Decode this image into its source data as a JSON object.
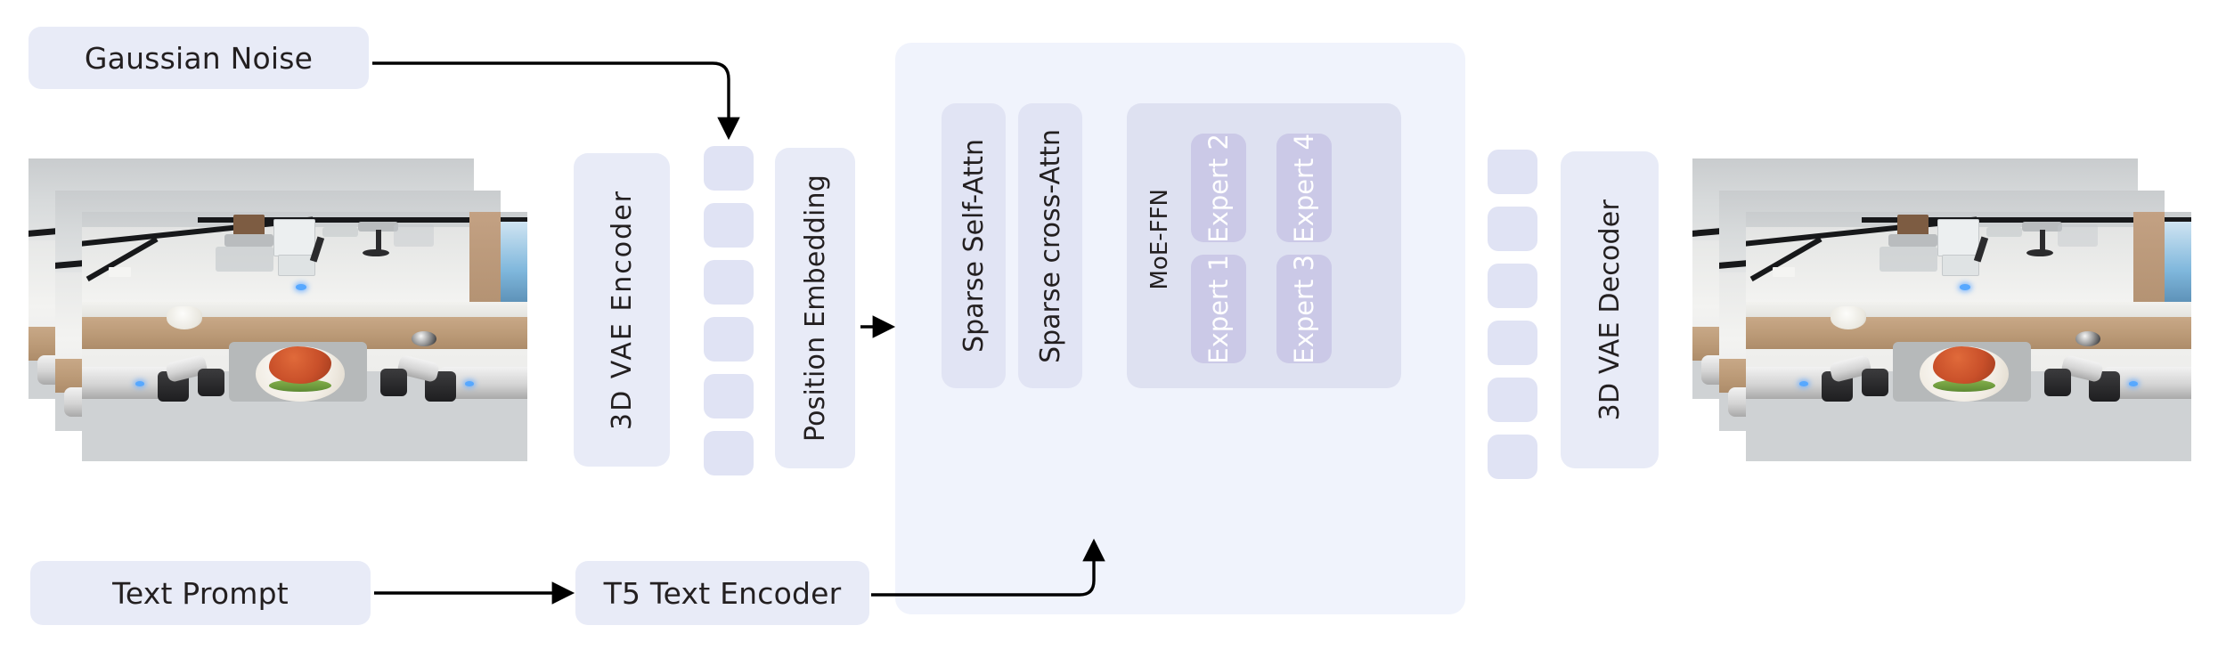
{
  "diagram": {
    "title": "Video diffusion transformer pipeline",
    "colors": {
      "node_fill": "#e8ebf7",
      "dit_outer": "#f0f3fc",
      "attn_fill": "#e1e4f4",
      "moe_panel": "#dee1f1",
      "expert_fill": "#cbc9e7",
      "expert_text": "#ffffff",
      "token_fill": "#e0e3f4",
      "text": "#231f20",
      "arrow": "#000000",
      "background": "#ffffff"
    }
  },
  "nodes": {
    "gaussian_noise": {
      "label": "Gaussian Noise"
    },
    "vae_encoder": {
      "label": "3D VAE  Encoder"
    },
    "position_embedding": {
      "label": "Position Embedding"
    },
    "vae_decoder": {
      "label": "3D VAE Decoder"
    },
    "text_prompt": {
      "label": "Text Prompt"
    },
    "t5_text_encoder": {
      "label": "T5 Text Encoder"
    }
  },
  "dit_block": {
    "columns": [
      {
        "label": "Sparse Self-Attn"
      },
      {
        "label": "Sparse cross-Attn"
      }
    ],
    "moe": {
      "label": "MoE-FFN",
      "experts": [
        {
          "label": "Expert 1"
        },
        {
          "label": "Expert 2"
        },
        {
          "label": "Expert 3"
        },
        {
          "label": "Expert 4"
        }
      ]
    }
  },
  "latent_tokens": {
    "input_count": 6,
    "output_count": 6
  },
  "video_frames": {
    "input": {
      "count": 3,
      "caption": "robot arm serving plated food on a table"
    },
    "output": {
      "count": 3,
      "caption": "robot arm serving plated food on a table"
    }
  },
  "connectors": [
    {
      "name": "noise-to-latent",
      "from": "gaussian_noise",
      "to": "input_latent_tokens"
    },
    {
      "name": "posemb-to-dit",
      "from": "position_embedding",
      "to": "dit_block"
    },
    {
      "name": "prompt-to-t5",
      "from": "text_prompt",
      "to": "t5_text_encoder"
    },
    {
      "name": "t5-to-crossattn",
      "from": "t5_text_encoder",
      "to": "sparse_cross_attn"
    }
  ]
}
